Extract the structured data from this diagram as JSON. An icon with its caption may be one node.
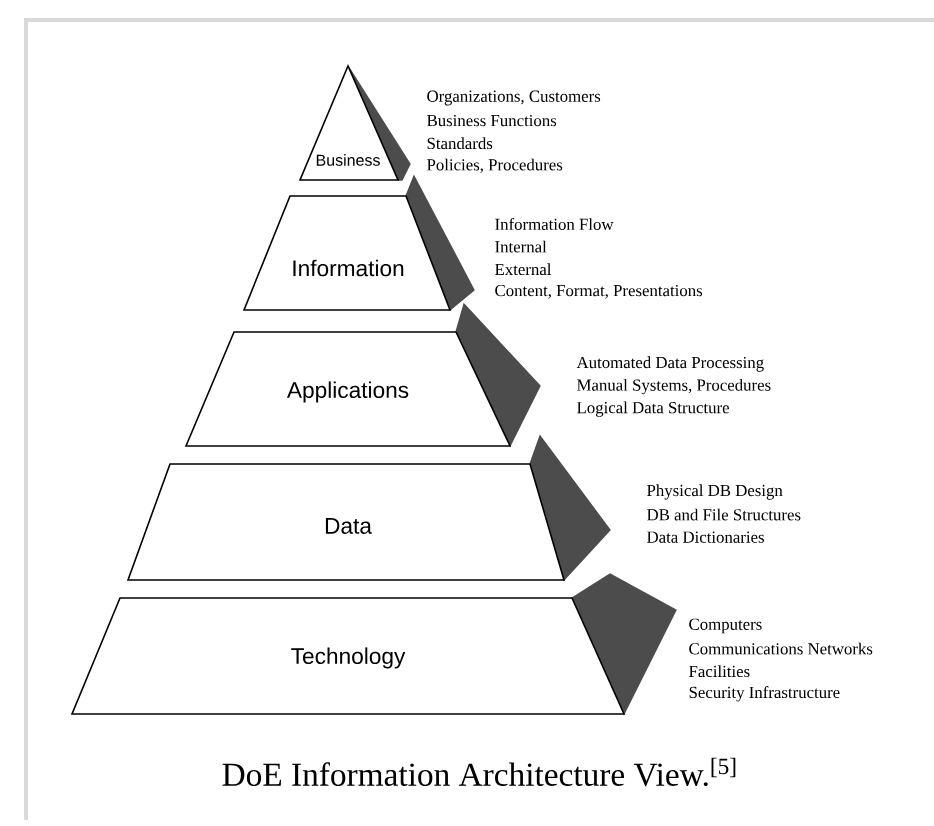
{
  "diagram": {
    "caption": "DoE Information Architecture View.$^{[5]}$",
    "nodes": [
      {
        "text": [
          "Business"
        ],
        "beside": [
          "Organizations, Customers",
          "Business Functions",
          "Standards",
          "Policies, Procedures"
        ]
      },
      {
        "text": [
          "Information"
        ],
        "beside": [
          "Information Flow",
          "Internal",
          "External",
          "Content, Format, Presentations"
        ]
      },
      {
        "text": [
          "Applications"
        ],
        "beside": [
          "Automated Data Processing",
          "Manual Systems, Procedures",
          "Logical Data Structure"
        ]
      },
      {
        "text": [
          "Data"
        ],
        "beside": [
          "Physical DB Design",
          "DB and File Structures",
          "Data Dictionaries"
        ]
      },
      {
        "text": [
          "Technology"
        ],
        "beside": [
          "Computers",
          "Communications Networks",
          "Facilities",
          "Security Infrastructure"
        ]
      }
    ]
  }
}
